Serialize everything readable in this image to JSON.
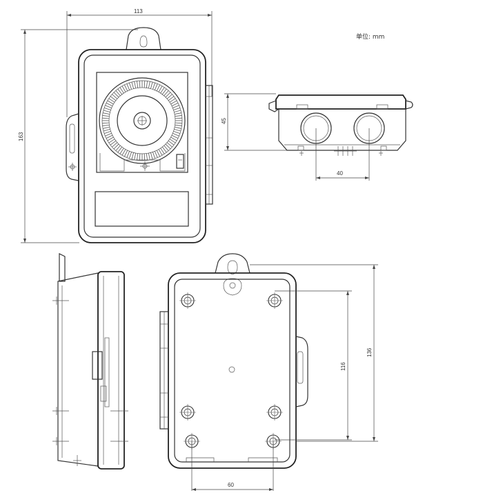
{
  "unit_label": "单位: mm",
  "dimensions": {
    "front_width": "113",
    "front_height": "163",
    "side_depth": "45",
    "side_hole_spacing": "40",
    "back_hole_spacing_h": "60",
    "back_hole_spacing_v": "116",
    "back_height": "136"
  }
}
